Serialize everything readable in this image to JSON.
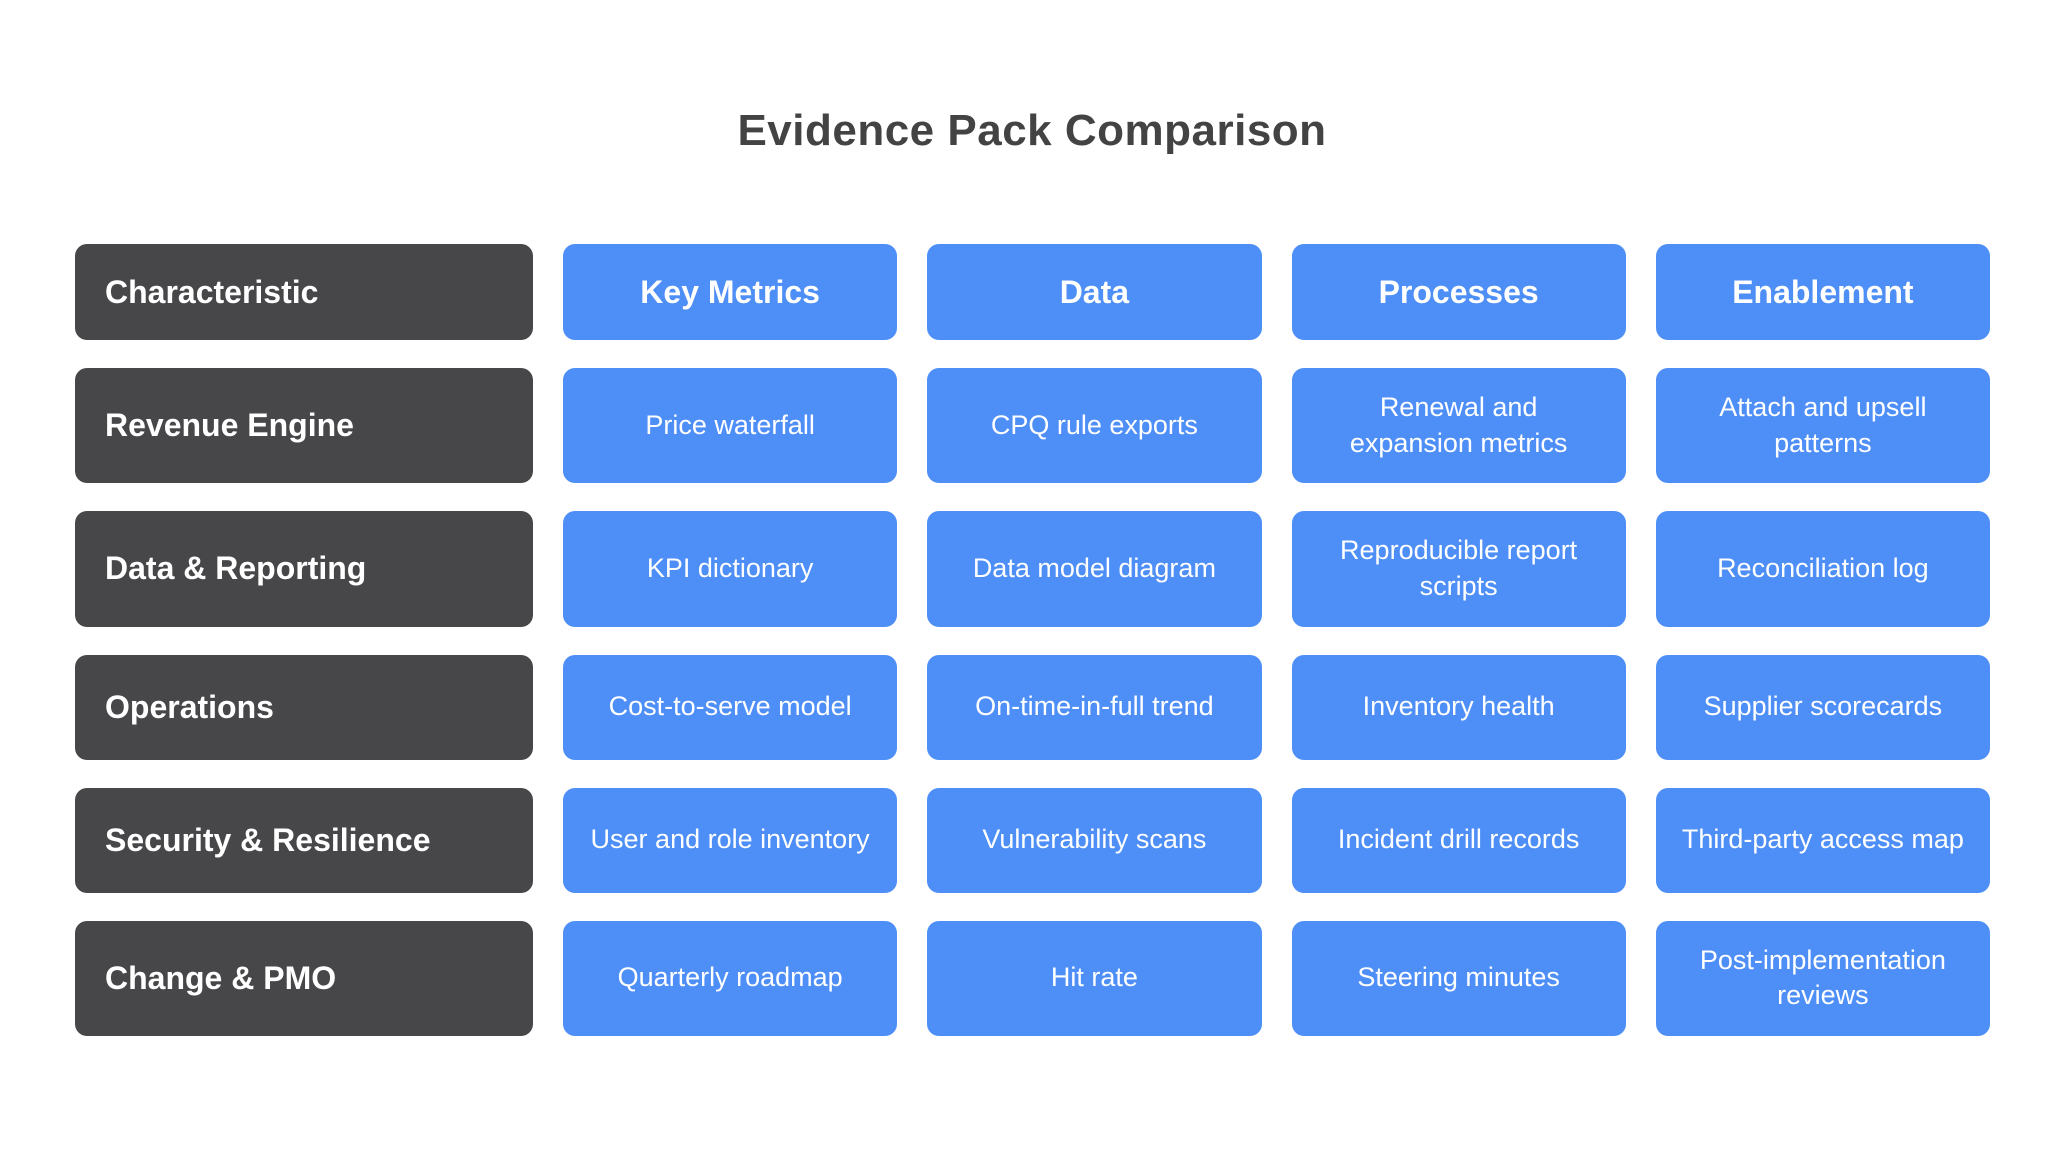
{
  "title": "Evidence Pack Comparison",
  "colors": {
    "row_label_background": "#47474a",
    "cell_background": "#4d8ef7",
    "cell_text": "#ffffff",
    "title_text": "#434343",
    "page_background": "#ffffff"
  },
  "table": {
    "columns": [
      "Characteristic",
      "Key Metrics",
      "Data",
      "Processes",
      "Enablement"
    ],
    "rows": [
      {
        "label": "Revenue Engine",
        "cells": [
          "Price waterfall",
          "CPQ rule exports",
          "Renewal and expansion metrics",
          "Attach and upsell patterns"
        ]
      },
      {
        "label": "Data & Reporting",
        "cells": [
          "KPI dictionary",
          "Data model diagram",
          "Reproducible report scripts",
          "Reconciliation log"
        ]
      },
      {
        "label": "Operations",
        "cells": [
          "Cost-to-serve model",
          "On-time-in-full trend",
          "Inventory health",
          "Supplier scorecards"
        ]
      },
      {
        "label": "Security & Resilience",
        "cells": [
          "User and role inventory",
          "Vulnerability scans",
          "Incident drill records",
          "Third-party access map"
        ]
      },
      {
        "label": "Change & PMO",
        "cells": [
          "Quarterly roadmap",
          "Hit rate",
          "Steering minutes",
          "Post-implementation reviews"
        ]
      }
    ]
  },
  "chart_data": {
    "type": "table",
    "title": "Evidence Pack Comparison",
    "columns": [
      "Characteristic",
      "Key Metrics",
      "Data",
      "Processes",
      "Enablement"
    ],
    "rows": [
      [
        "Revenue Engine",
        "Price waterfall",
        "CPQ rule exports",
        "Renewal and expansion metrics",
        "Attach and upsell patterns"
      ],
      [
        "Data & Reporting",
        "KPI dictionary",
        "Data model diagram",
        "Reproducible report scripts",
        "Reconciliation log"
      ],
      [
        "Operations",
        "Cost-to-serve model",
        "On-time-in-full trend",
        "Inventory health",
        "Supplier scorecards"
      ],
      [
        "Security & Resilience",
        "User and role inventory",
        "Vulnerability scans",
        "Incident drill records",
        "Third-party access map"
      ],
      [
        "Change & PMO",
        "Quarterly roadmap",
        "Hit rate",
        "Steering minutes",
        "Post-implementation reviews"
      ]
    ],
    "layout_hints": {
      "header_row_style": "blue, first column dark",
      "row_label_column_style": "dark",
      "grid": "6 rows x 5 columns, rounded rectangles on white background"
    }
  }
}
